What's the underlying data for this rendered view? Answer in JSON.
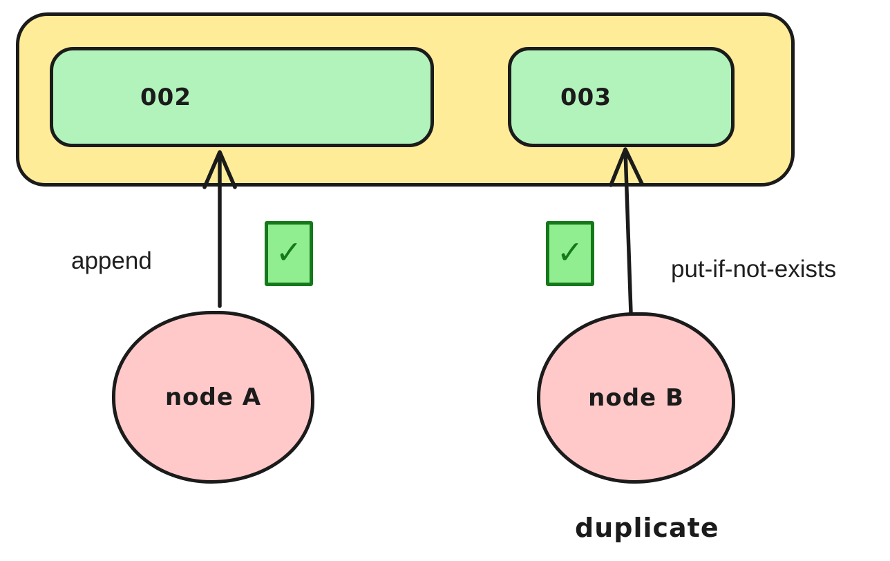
{
  "diagram": {
    "log": {
      "entries": [
        {
          "label": "002"
        },
        {
          "label": "003"
        }
      ]
    },
    "nodes": [
      {
        "label": "node A",
        "operation": "append"
      },
      {
        "label": "node B",
        "operation": "put-if-not-exists",
        "note": "duplicate"
      }
    ],
    "checkmarks": [
      {
        "glyph": "✓"
      },
      {
        "glyph": "✓"
      }
    ],
    "colors": {
      "container_fill": "#ffec99",
      "entry_fill": "#b2f2bb",
      "node_fill": "#ffc9c9",
      "stroke": "#1b1b1b",
      "checkbox_fill": "#90ee90",
      "checkbox_stroke": "#15791c",
      "label_text": "#1e1e1e"
    }
  }
}
